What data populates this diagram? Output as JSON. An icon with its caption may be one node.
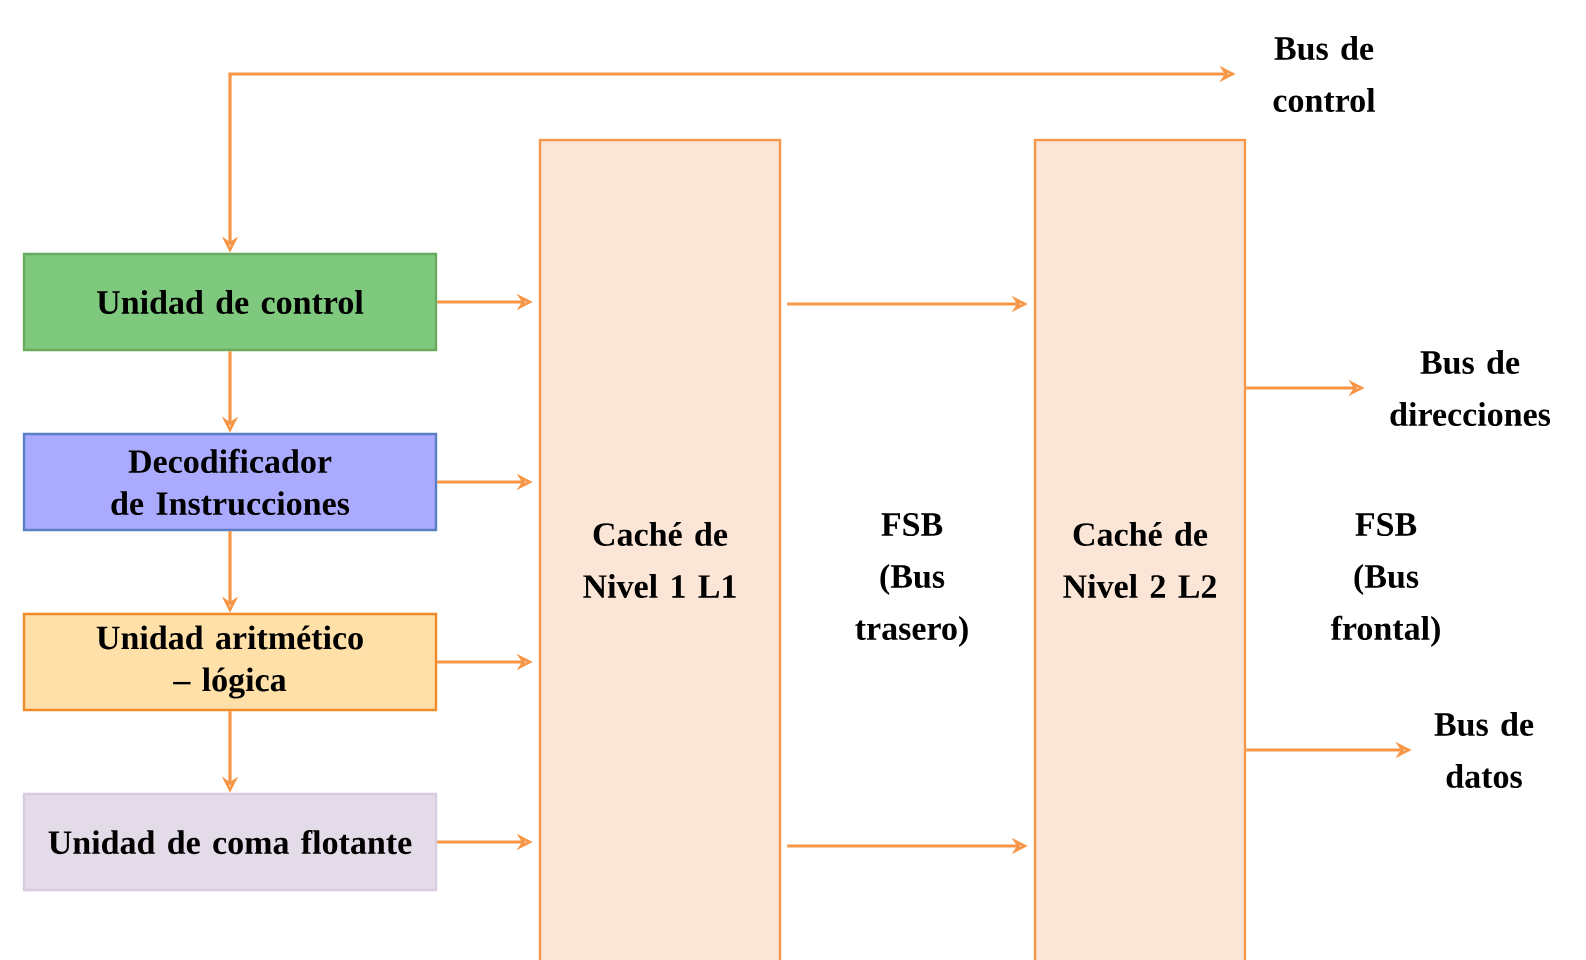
{
  "diagram": {
    "nodes": [
      {
        "text": [
          "Unidad de control"
        ]
      },
      {
        "text": [
          "Decodificador de Instrucciones"
        ]
      },
      {
        "text": [
          "Unidad aritmético – lógica"
        ]
      },
      {
        "text": [
          "Unidad de coma flotante"
        ]
      },
      {
        "text": [
          "Caché de Nivel 1 L1"
        ]
      },
      {
        "text": [
          "Caché de Nivel 2 L2"
        ]
      },
      {
        "text": [
          "Bus de control"
        ]
      },
      {
        "text": [
          "Bus de direcciones"
        ]
      },
      {
        "text": [
          "Bus de datos"
        ]
      }
    ],
    "edges": [
      {
        "from": 6,
        "to": 0,
        "arrow": "both"
      },
      {
        "from": 0,
        "to": 1,
        "arrow": "to"
      },
      {
        "from": 1,
        "to": 2,
        "arrow": "to"
      },
      {
        "from": 2,
        "to": 3,
        "arrow": "to"
      },
      {
        "from": 0,
        "to": 4,
        "arrow": "to"
      },
      {
        "from": 1,
        "to": 4,
        "arrow": "to"
      },
      {
        "from": 2,
        "to": 4,
        "arrow": "to"
      },
      {
        "from": 3,
        "to": 4,
        "arrow": "to"
      },
      {
        "from": 4,
        "to": 5,
        "arrow": "to"
      },
      {
        "from": 4,
        "to": 5,
        "arrow": "to"
      },
      {
        "from": 5,
        "to": 7,
        "arrow": "to"
      },
      {
        "from": 5,
        "to": 8,
        "arrow": "to"
      }
    ],
    "labels": [
      "FSB (Bus trasero)",
      "FSB (Bus frontal)"
    ]
  }
}
